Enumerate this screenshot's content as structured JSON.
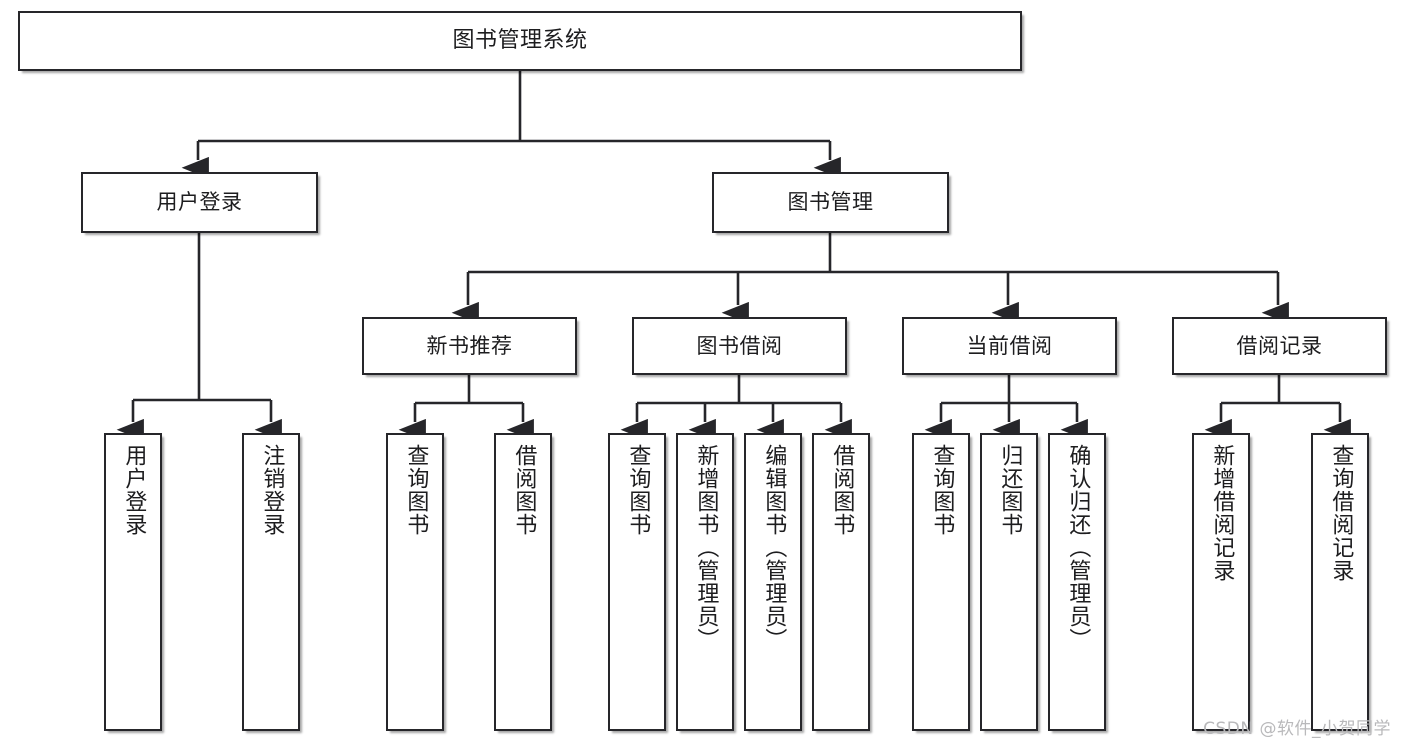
{
  "diagram": {
    "title": "图书管理系统",
    "type": "功能结构图",
    "style": {
      "box_border_color": "#26262a",
      "box_fill_color": "#ffffff",
      "line_color": "#26262a",
      "text_color": "#1d1d1f",
      "background_color": "#ffffff",
      "watermark_color": "#b9b9bb"
    },
    "watermark": "CSDN @软件_小贺同学",
    "nodes": {
      "root": {
        "label": "图书管理系统"
      },
      "level2": [
        {
          "id": "user-login",
          "label": "用户登录"
        },
        {
          "id": "book-manage",
          "label": "图书管理"
        }
      ],
      "level3": [
        {
          "id": "new-book-recommend",
          "label": "新书推荐"
        },
        {
          "id": "book-borrow",
          "label": "图书借阅"
        },
        {
          "id": "current-borrow",
          "label": "当前借阅"
        },
        {
          "id": "borrow-record",
          "label": "借阅记录"
        }
      ],
      "leaves": {
        "user_login": [
          {
            "id": "leaf-user-login",
            "label": "用户登录"
          },
          {
            "id": "leaf-logout-login",
            "label": "注销登录"
          }
        ],
        "new_book_recommend": [
          {
            "id": "leaf-query-book-1",
            "label": "查询图书"
          },
          {
            "id": "leaf-borrow-book-1",
            "label": "借阅图书"
          }
        ],
        "book_borrow": [
          {
            "id": "leaf-query-book-2",
            "label": "查询图书"
          },
          {
            "id": "leaf-add-book",
            "label": "新增图书（管理员）"
          },
          {
            "id": "leaf-edit-book",
            "label": "编辑图书（管理员）"
          },
          {
            "id": "leaf-borrow-book-2",
            "label": "借阅图书"
          }
        ],
        "current_borrow": [
          {
            "id": "leaf-query-book-3",
            "label": "查询图书"
          },
          {
            "id": "leaf-return-book",
            "label": "归还图书"
          },
          {
            "id": "leaf-confirm-return",
            "label": "确认归还（管理员）"
          }
        ],
        "borrow_record": [
          {
            "id": "leaf-add-record",
            "label": "新增借阅记录"
          },
          {
            "id": "leaf-query-record",
            "label": "查询借阅记录"
          }
        ]
      }
    }
  }
}
